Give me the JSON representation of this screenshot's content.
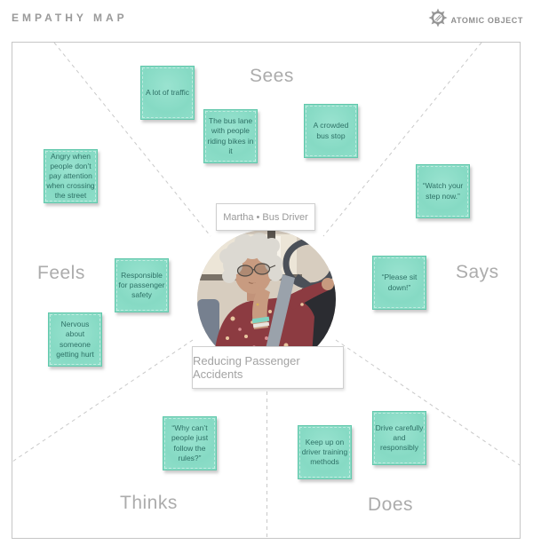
{
  "header": {
    "title": "EMPATHY MAP",
    "brand": "ATOMIC OBJECT"
  },
  "persona": {
    "name": "Martha • Bus Driver",
    "goal": "Reducing Passenger Accidents"
  },
  "sections": {
    "sees": "Sees",
    "says": "Says",
    "does": "Does",
    "thinks": "Thinks",
    "feels": "Feels"
  },
  "notes": [
    {
      "section": "sees",
      "text": "A lot of traffic"
    },
    {
      "section": "sees",
      "text": "The bus lane with people riding bikes in it"
    },
    {
      "section": "sees",
      "text": "A crowded bus stop"
    },
    {
      "section": "feels",
      "text": "Angry when people don’t pay attention when crossing the street"
    },
    {
      "section": "says",
      "text": "“Watch your step now.”"
    },
    {
      "section": "feels",
      "text": "Responsible for passenger safety"
    },
    {
      "section": "says",
      "text": "“Please sit down!”"
    },
    {
      "section": "feels",
      "text": "Nervous about someone getting hurt"
    },
    {
      "section": "thinks",
      "text": "“Why can’t people just follow the rules?”"
    },
    {
      "section": "does",
      "text": "Keep up on driver training methods"
    },
    {
      "section": "does",
      "text": "Drive carefully and responsibly"
    }
  ],
  "colors": {
    "sticky": "#86dac5",
    "sticky_border": "#63c8ac",
    "sticky_text": "#2e7166",
    "label_gray": "#acacac",
    "line_gray": "#c9c9c9",
    "brand_gray": "#8f8f8f"
  }
}
